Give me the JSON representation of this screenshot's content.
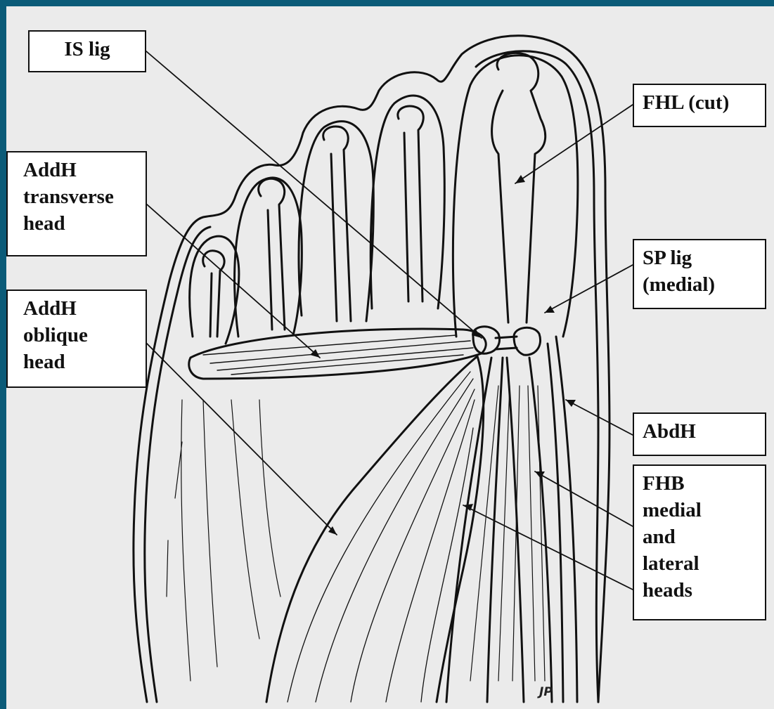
{
  "labels": {
    "is_lig": "IS lig",
    "fhl_cut": "FHL (cut)",
    "addh_transverse": "AddH\ntransverse\nhead",
    "sp_lig": "SP lig\n(medial)",
    "addh_oblique": "AddH\noblique\nhead",
    "abdh": "AbdH",
    "fhb": "FHB\nmedial\nand\nlateral\nheads"
  },
  "signature": "JP",
  "colors": {
    "frame_border": "#0b5b78",
    "background": "#ebebeb",
    "ink": "#111111",
    "label_fill": "#ffffff"
  }
}
